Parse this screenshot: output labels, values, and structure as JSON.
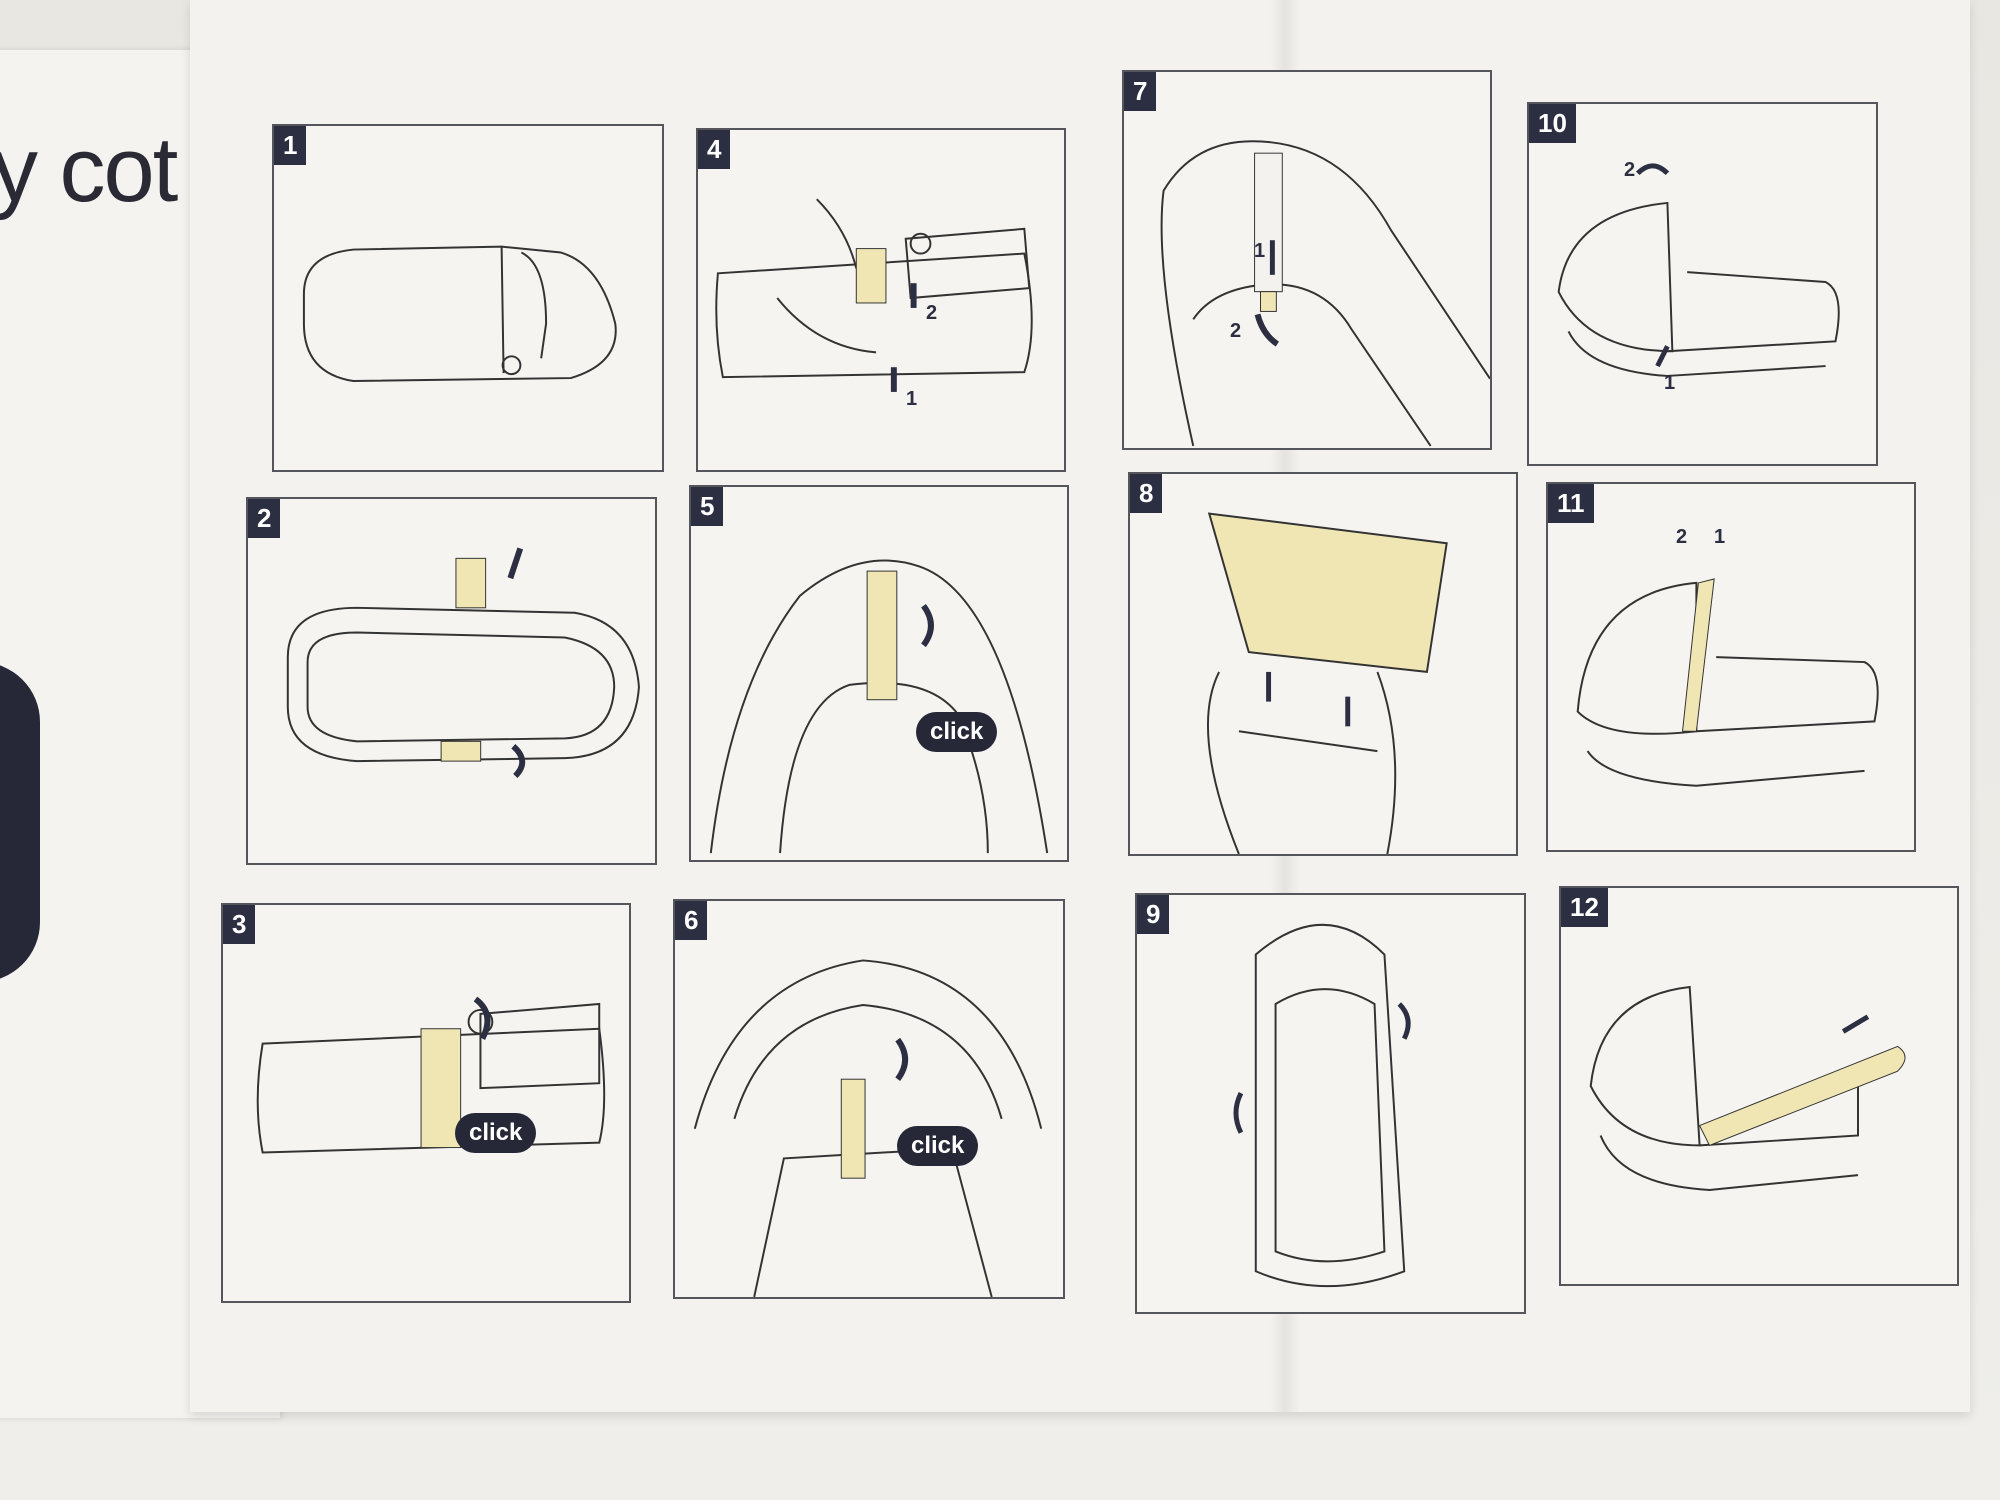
{
  "left_page": {
    "title": "y cot"
  },
  "steps": [
    {
      "number": "1"
    },
    {
      "number": "2"
    },
    {
      "number": "3",
      "click": "click"
    },
    {
      "number": "4",
      "labels": [
        "1",
        "2"
      ]
    },
    {
      "number": "5",
      "click": "click"
    },
    {
      "number": "6",
      "click": "click"
    },
    {
      "number": "7",
      "labels": [
        "1",
        "2"
      ]
    },
    {
      "number": "8"
    },
    {
      "number": "9"
    },
    {
      "number": "10",
      "labels": [
        "1",
        "2"
      ]
    },
    {
      "number": "11",
      "labels": [
        "2",
        "1"
      ]
    },
    {
      "number": "12"
    }
  ],
  "colors": {
    "badge": "#2c2e42",
    "highlight": "#f0e6b4",
    "paper": "#f3f2ee"
  }
}
